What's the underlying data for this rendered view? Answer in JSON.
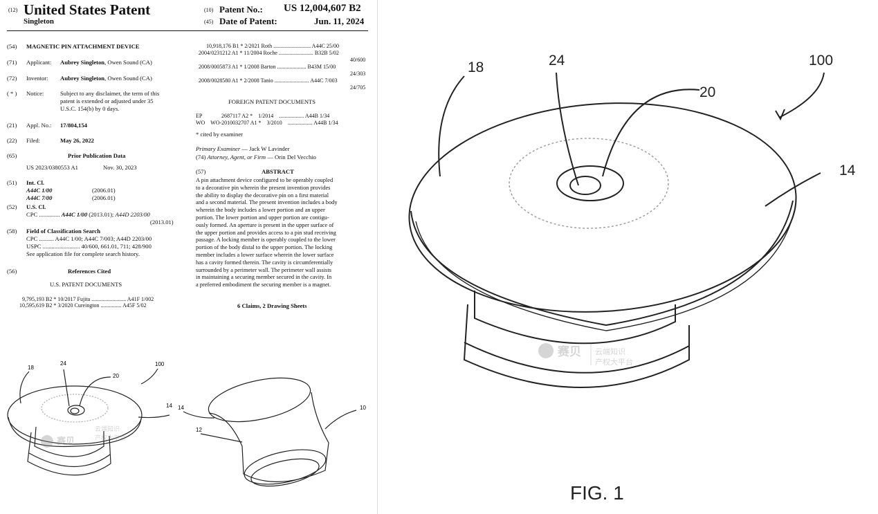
{
  "header": {
    "code12": "(12)",
    "title": "United States Patent",
    "inventor_short": "Singleton",
    "code10": "(10)",
    "patent_no_label": "Patent No.:",
    "patent_no": "US 12,004,607 B2",
    "code45": "(45)",
    "date_label": "Date of Patent:",
    "date": "Jun. 11, 2024"
  },
  "left_col": {
    "f54": {
      "code": "(54)",
      "text": "MAGNETIC PIN ATTACHMENT DEVICE"
    },
    "f71": {
      "code": "(71)",
      "label": "Applicant:",
      "name": "Aubrey Singleton",
      "rest": ", Owen Sound (CA)"
    },
    "f72": {
      "code": "(72)",
      "label": "Inventor:",
      "name": "Aubrey Singleton",
      "rest": ", Owen Sound (CA)"
    },
    "notice": {
      "code": "( * )",
      "label": "Notice:",
      "lines": [
        "Subject to any disclaimer, the term of this",
        "patent is extended or adjusted under 35",
        "U.S.C. 154(b) by 0 days."
      ]
    },
    "f21": {
      "code": "(21)",
      "label": "Appl. No.:",
      "value": "17/804,154"
    },
    "f22": {
      "code": "(22)",
      "label": "Filed:",
      "value": "May 26, 2022"
    },
    "f65": {
      "code": "(65)",
      "heading": "Prior Publication Data",
      "left": "US 2023/0380553 A1",
      "right": "Nov. 30, 2023"
    },
    "f51": {
      "code": "(51)",
      "heading": "Int. Cl.",
      "rows": [
        [
          "A44C 1/00",
          "(2006.01)"
        ],
        [
          "A44C 7/00",
          "(2006.01)"
        ]
      ]
    },
    "f52": {
      "code": "(52)",
      "heading": "U.S. Cl.",
      "cpc_label": "CPC ..............",
      "cpc_main": "A44C 1/00",
      "cpc_rest": " (2013.01); ",
      "cpc_second": "A44D 2203/00",
      "cpc_year": "(2013.01)"
    },
    "f58": {
      "code": "(58)",
      "heading": "Field of Classification Search",
      "lines": [
        "CPC .......... A44C 1/00; A44C 7/003; A44D 2203/00",
        "USPC ......................... 40/600, 661.01, 711; 428/900",
        "See application file for complete search history."
      ]
    },
    "f56": {
      "code": "(56)",
      "heading": "References Cited",
      "sub": "U.S. PATENT DOCUMENTS",
      "rows": [
        "9,795,193 B2 *  10/2017  Fujita ......................... A41F 1/002",
        "10,595,619 B2 *  3/2020  Cureington ............... A45F 5/02"
      ]
    }
  },
  "right_col": {
    "refs": [
      "10,918,176 B1 *   2/2021  Roth ........................... A44C 25/00",
      "2004/0231212 A1 *  11/2004  Roche ......................... B32B 5/02",
      "40/600",
      "2008/0005873 A1 *   1/2008  Barton ..................... B43M 15/00",
      "24/303",
      "2008/0028580 A1 *   2/2008  Tanio ......................... A44C 7/003",
      "24/705"
    ],
    "foreign_heading": "FOREIGN PATENT DOCUMENTS",
    "foreign": [
      "EP              2687117 A2 *    1/2014    .................. A44B 1/34",
      "WO    WO-2010032707 A1 *    3/2010    .................. A44B 1/34"
    ],
    "cited": "* cited by examiner",
    "examiner_label": "Primary Examiner",
    "examiner": " — Jack W Lavinder",
    "attorney_code": "(74)",
    "attorney_label": "Attorney, Agent, or Firm",
    "attorney": " — Orin Del Vecchio",
    "abstract_code": "(57)",
    "abstract_heading": "ABSTRACT",
    "abstract_lines": [
      "A pin attachment device configured to be operably coupled",
      "to a decorative pin wherein the present invention provides",
      "the ability to display the decorative pin on a first material",
      "and a second material. The present invention includes a body",
      "wherein the body includes a lower portion and an upper",
      "portion. The lower portion and upper portion are contigu-",
      "ously formed. An aperture is present in the upper surface of",
      "the upper portion and provides access to a pin stud receiving",
      "passage. A locking member is operably coupled to the lower",
      "portion of the body distal to the upper portion. The locking",
      "member includes a lower surface wherein the lower surface",
      "has a cavity formed therein. The cavity is circumferentially",
      "surrounded by a perimeter wall. The perimeter wall assists",
      "in maintaining a securing member secured in the cavity. In",
      "a preferred embodiment the securing member is a magnet."
    ],
    "claims": "6 Claims, 2 Drawing Sheets"
  },
  "small_figures": {
    "left_labels": [
      "18",
      "24",
      "20",
      "100",
      "14"
    ],
    "right_labels": [
      "14",
      "12",
      "10"
    ],
    "watermark_brand": "赛贝",
    "watermark_line1": "云端知识",
    "watermark_line2": "产权大平台"
  },
  "big_figure": {
    "labels": [
      "18",
      "24",
      "20",
      "100",
      "14"
    ],
    "caption": "FIG. 1",
    "watermark_brand": "赛贝",
    "watermark_line1": "云端知识",
    "watermark_line2": "产权大平台"
  }
}
